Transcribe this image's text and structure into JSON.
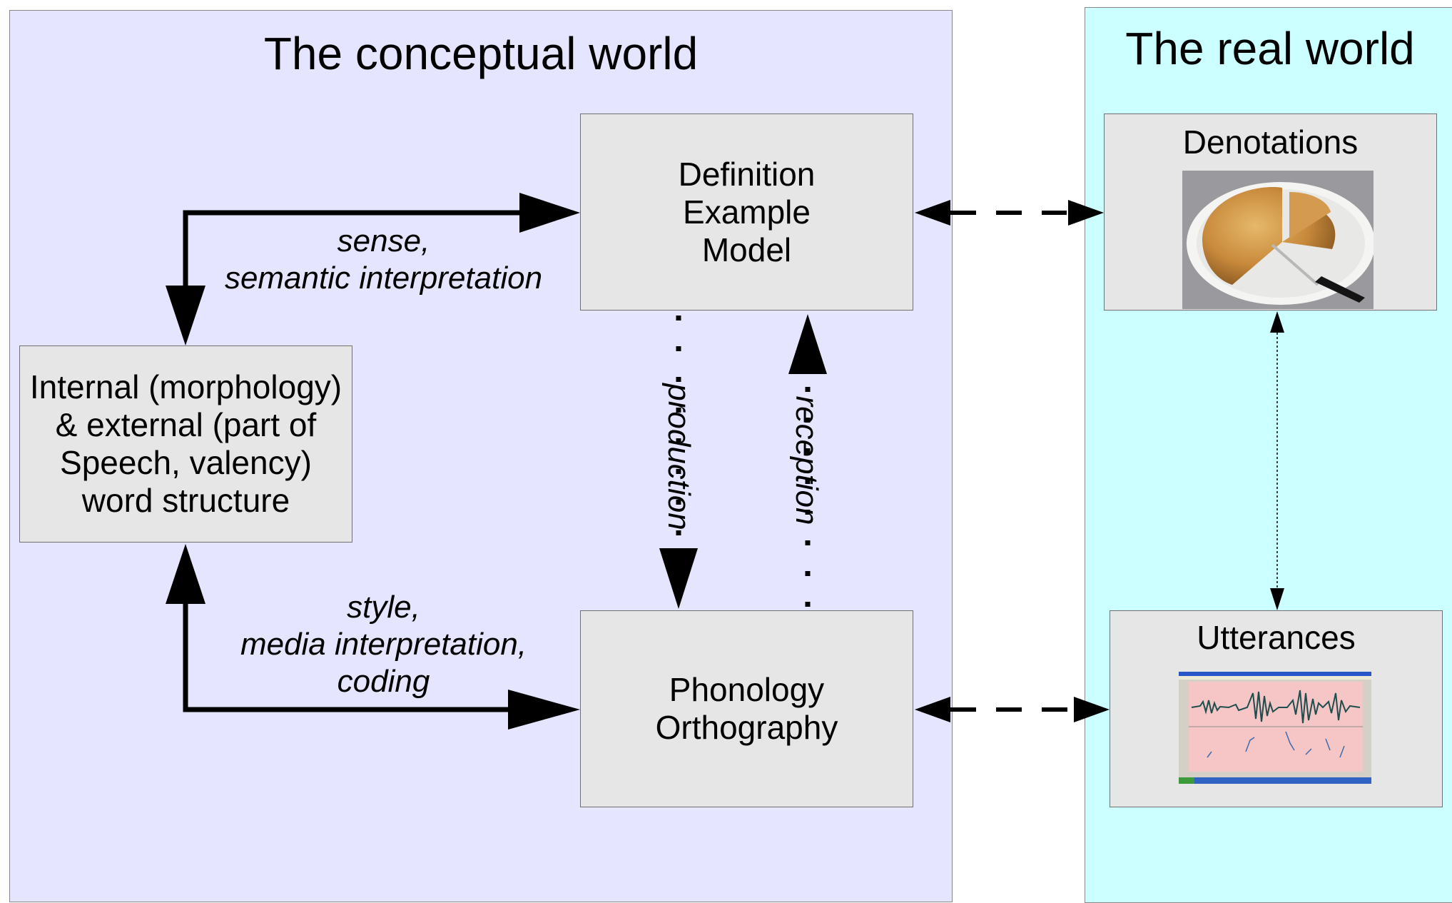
{
  "panels": {
    "conceptual": {
      "title": "The conceptual world",
      "fill": "#e5e5ff"
    },
    "real": {
      "title": "The real world",
      "fill": "#ccffff"
    }
  },
  "boxes": {
    "definition": {
      "lines": [
        "Definition",
        "Example",
        "Model"
      ]
    },
    "internal": {
      "lines": [
        "Internal (morphology)",
        "& external (part of",
        "Speech, valency)",
        "word structure"
      ]
    },
    "phonology": {
      "lines": [
        "Phonology",
        "Orthography"
      ]
    },
    "denotations": {
      "title": "Denotations",
      "image": "pie-photo"
    },
    "utterances": {
      "title": "Utterances",
      "image": "waveform-screenshot"
    }
  },
  "arrow_labels": {
    "sense": [
      "sense,",
      "semantic interpretation"
    ],
    "style": [
      "style,",
      "media interpretation,",
      "coding"
    ],
    "production": "production",
    "reception": "reception"
  },
  "colors": {
    "box_fill": "#e6e6e6",
    "arrow": "#000000",
    "box_border": "#707070"
  }
}
